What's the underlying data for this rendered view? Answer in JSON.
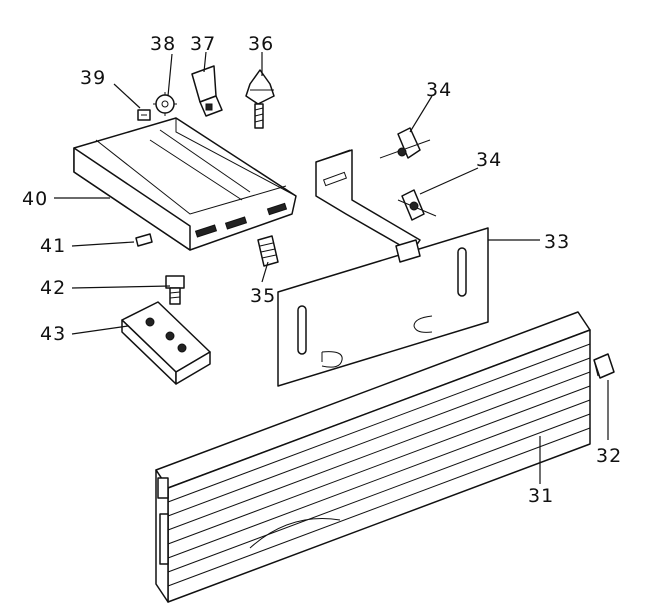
{
  "diagram": {
    "type": "exploded-parts-view",
    "labels": [
      "31",
      "32",
      "33",
      "34",
      "34",
      "35",
      "36",
      "37",
      "38",
      "39",
      "40",
      "41",
      "42",
      "43"
    ],
    "colors": {
      "ink": "#111111",
      "background": "#ffffff"
    }
  }
}
